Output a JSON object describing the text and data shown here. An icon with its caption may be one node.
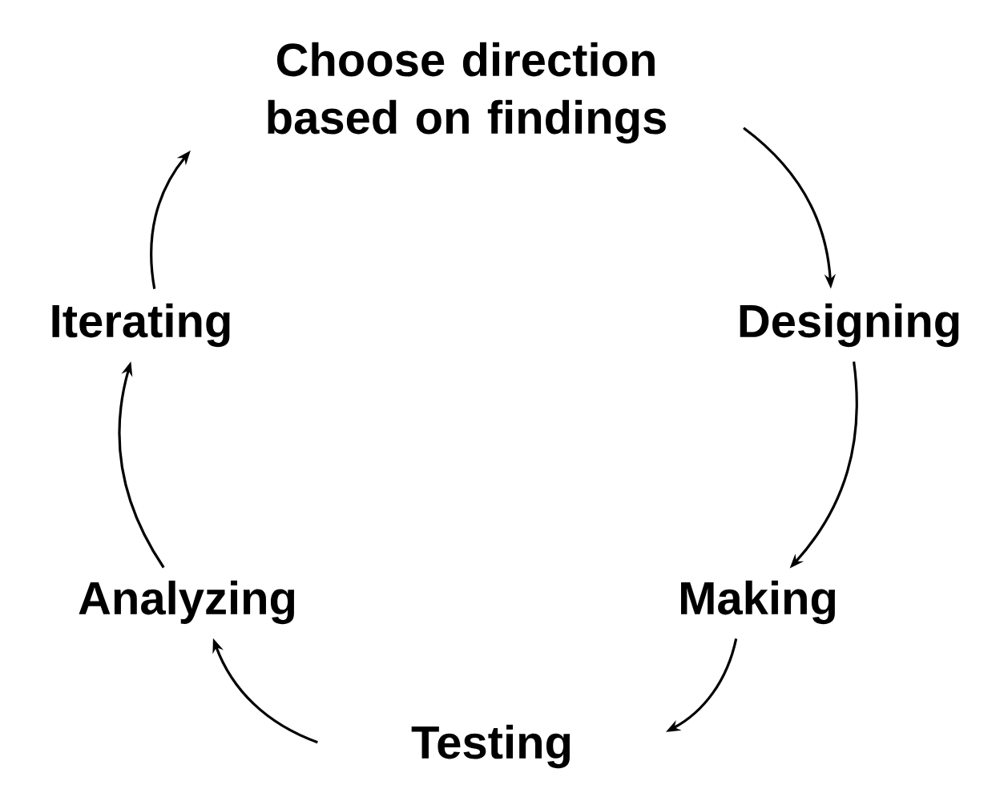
{
  "diagram": {
    "nodes": [
      {
        "text": [
          "Choose direction based on findings"
        ]
      },
      {
        "text": [
          "Designing"
        ]
      },
      {
        "text": [
          "Making"
        ]
      },
      {
        "text": [
          "Testing"
        ]
      },
      {
        "text": [
          "Analyzing"
        ]
      },
      {
        "text": [
          "Iterating"
        ]
      }
    ],
    "edges": [
      {
        "from": 0,
        "to": 1,
        "arrow": "to"
      },
      {
        "from": 1,
        "to": 2,
        "arrow": "to"
      },
      {
        "from": 2,
        "to": 3,
        "arrow": "to"
      },
      {
        "from": 3,
        "to": 4,
        "arrow": "to"
      },
      {
        "from": 4,
        "to": 5,
        "arrow": "to"
      },
      {
        "from": 5,
        "to": 0,
        "arrow": "to"
      }
    ]
  }
}
